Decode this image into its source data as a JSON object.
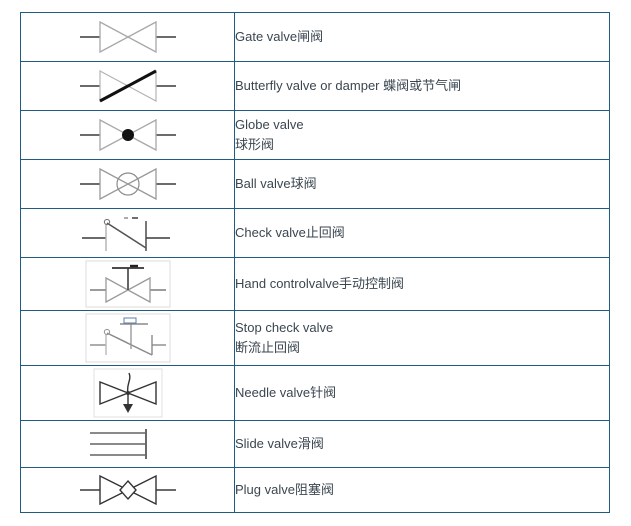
{
  "table": {
    "border_color": "#1f5c80",
    "text_color": "#3b4650",
    "columns": 2,
    "rows": [
      {
        "symbol_name": "gate-valve-symbol",
        "label_lines": [
          "Gate valve闸阀",
          ""
        ]
      },
      {
        "symbol_name": "butterfly-valve-symbol",
        "label_lines": [
          "Butterfly valve or damper 蝶阀或节气闸",
          ""
        ]
      },
      {
        "symbol_name": "globe-valve-symbol",
        "label_lines": [
          "Globe valve",
          "球形阀"
        ]
      },
      {
        "symbol_name": "ball-valve-symbol",
        "label_lines": [
          "Ball valve球阀",
          ""
        ]
      },
      {
        "symbol_name": "check-valve-symbol",
        "label_lines": [
          "Check valve止回阀",
          ""
        ]
      },
      {
        "symbol_name": "hand-control-valve-symbol",
        "label_lines": [
          "Hand controlvalve手动控制阀",
          ""
        ]
      },
      {
        "symbol_name": "stop-check-valve-symbol",
        "label_lines": [
          "Stop check valve",
          "断流止回阀"
        ]
      },
      {
        "symbol_name": "needle-valve-symbol",
        "label_lines": [
          "Needle valve针阀",
          ""
        ]
      },
      {
        "symbol_name": "slide-valve-symbol",
        "label_lines": [
          "Slide valve滑阀",
          ""
        ]
      },
      {
        "symbol_name": "plug-valve-symbol",
        "label_lines": [
          "Plug valve阻塞阀",
          ""
        ]
      }
    ]
  }
}
